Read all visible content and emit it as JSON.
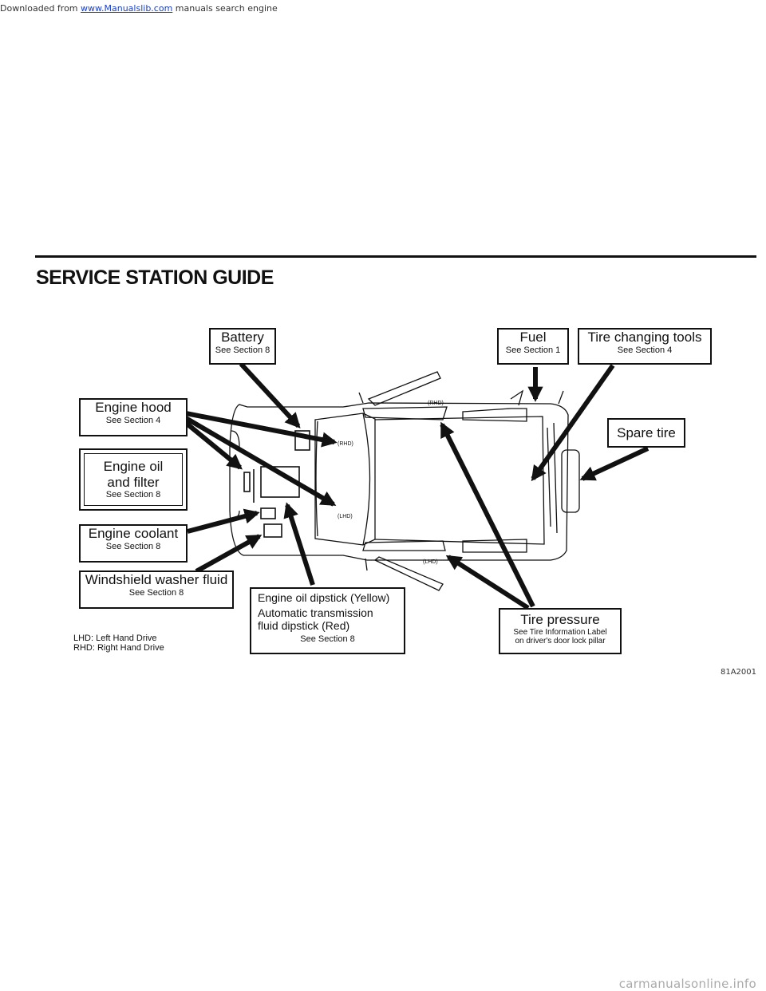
{
  "download_line": {
    "prefix": "Downloaded from ",
    "link": "www.Manualslib.com",
    "suffix": " manuals search engine"
  },
  "title": "SERVICE STATION GUIDE",
  "callouts": {
    "battery": {
      "title": "Battery",
      "sub": "See Section 8"
    },
    "fuel": {
      "title": "Fuel",
      "sub": "See Section 1"
    },
    "tire_tools": {
      "title": "Tire changing tools",
      "sub": "See Section 4"
    },
    "engine_hood": {
      "title": "Engine hood",
      "sub": "See Section 4"
    },
    "spare_tire": {
      "title": "Spare tire"
    },
    "engine_oil": {
      "title_line1": "Engine oil",
      "title_line2": "and filter",
      "sub": "See Section 8"
    },
    "engine_coolant": {
      "title": "Engine coolant",
      "sub": "See Section 8"
    },
    "washer_fluid": {
      "title": "Windshield washer fluid",
      "sub": "See Section 8"
    },
    "dipstick": {
      "title": "Engine oil dipstick (Yellow)",
      "line2": "Automatic transmission",
      "line3": "fluid dipstick (Red)",
      "sub": "See Section 8"
    },
    "tire_pressure": {
      "title": "Tire pressure",
      "sub1": "See Tire Information Label",
      "sub2": "on driver's door lock pillar"
    }
  },
  "diagram_labels": {
    "rhd_top": "(RHD)",
    "rhd_mid": "(RHD)",
    "lhd_mid": "(LHD)",
    "lhd_bottom": "(LHD)"
  },
  "legend": {
    "lhd": "LHD: Left Hand Drive",
    "rhd": "RHD: Right Hand Drive"
  },
  "figure_code": "81A2001",
  "footer": "carmanualsonline.info"
}
